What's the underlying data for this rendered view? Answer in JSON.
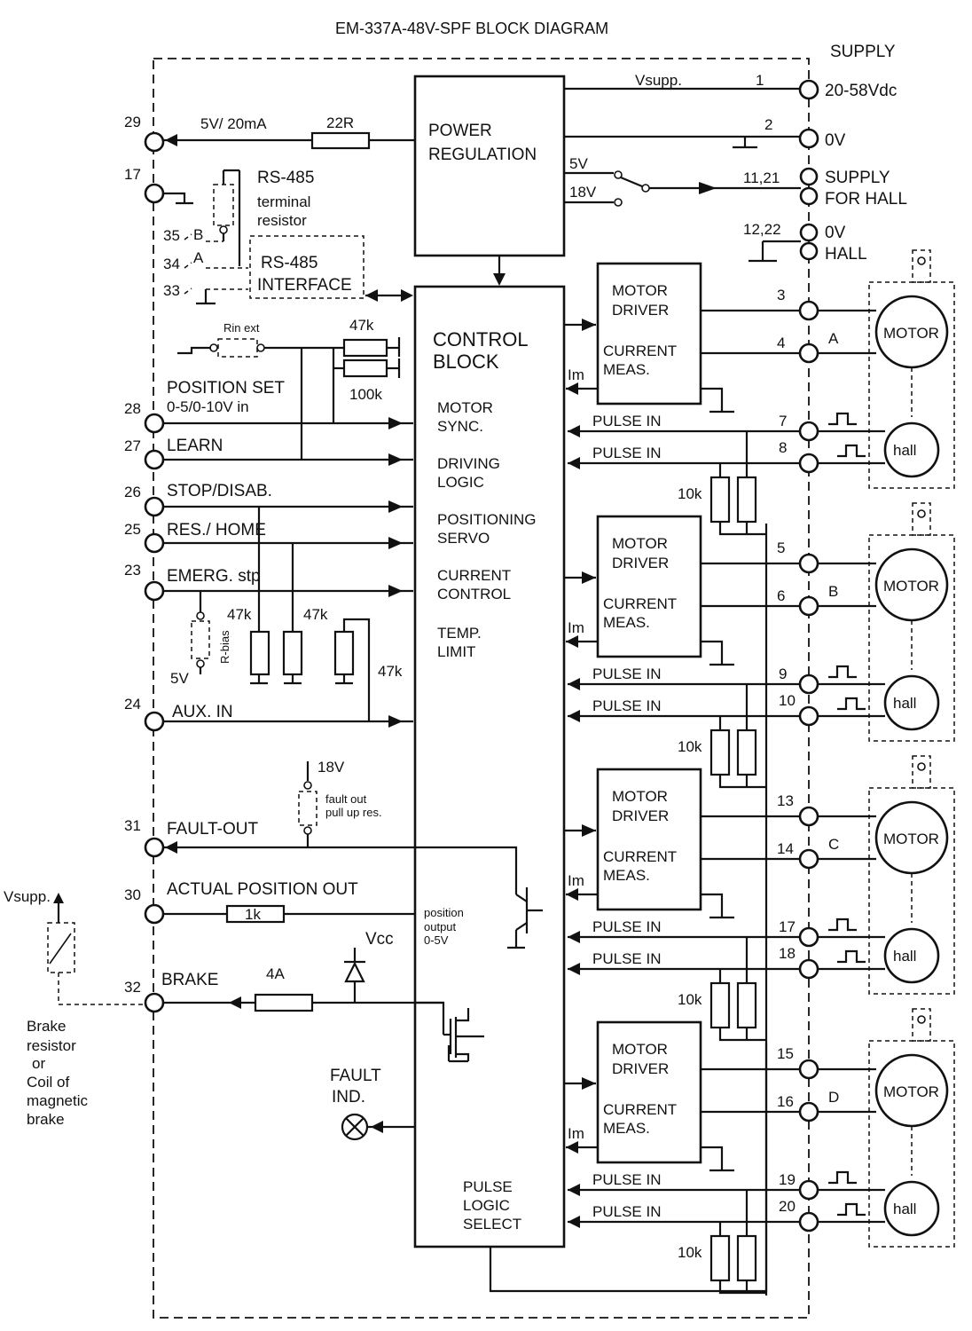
{
  "title": "EM-337A-48V-SPF BLOCK DIAGRAM",
  "supply": {
    "header": "SUPPLY",
    "vsupp": "Vsupp.",
    "pins": [
      {
        "num": "1",
        "label": "20-58Vdc"
      },
      {
        "num": "2",
        "label": "0V"
      },
      {
        "num": "11,21",
        "label": "SUPPLY",
        "label2": "FOR HALL"
      },
      {
        "num": "12,22",
        "label": "0V",
        "label2": "HALL"
      }
    ],
    "switch_5v": "5V",
    "switch_18v": "18V"
  },
  "power_block": {
    "line1": "POWER",
    "line2": "REGULATION"
  },
  "control_block": {
    "title1": "CONTROL",
    "title2": "BLOCK",
    "functions": [
      {
        "l1": "MOTOR",
        "l2": "SYNC."
      },
      {
        "l1": "DRIVING",
        "l2": "LOGIC"
      },
      {
        "l1": "POSITIONING",
        "l2": "SERVO"
      },
      {
        "l1": "CURRENT",
        "l2": "CONTROL"
      },
      {
        "l1": "TEMP.",
        "l2": "LIMIT"
      }
    ],
    "pos_out": [
      "position",
      "output",
      "0-5V"
    ],
    "pulse": [
      "PULSE",
      "LOGIC",
      "SELECT"
    ]
  },
  "left": {
    "pin29": {
      "num": "29",
      "label": "5V/ 20mA",
      "res": "22R"
    },
    "pin17": {
      "num": "17"
    },
    "rs485_term": {
      "l1": "RS-485",
      "l2": "terminal",
      "l3": "resistor"
    },
    "rs485_pins": [
      {
        "num": "35",
        "sig": "B"
      },
      {
        "num": "34",
        "sig": "A"
      },
      {
        "num": "33",
        "sig": ""
      }
    ],
    "rs485_iface": {
      "l1": "RS-485",
      "l2": "INTERFACE"
    },
    "rin_ext": "Rin ext",
    "r47k_top": "47k",
    "r100k": "100k",
    "inputs": [
      {
        "num": "28",
        "label": "POSITION SET",
        "label2": "0-5/0-10V in"
      },
      {
        "num": "27",
        "label": "LEARN"
      },
      {
        "num": "26",
        "label": "STOP/DISAB."
      },
      {
        "num": "25",
        "label": "RES./ HOME"
      },
      {
        "num": "23",
        "label": "EMERG. stp"
      }
    ],
    "r47k_a": "47k",
    "r47k_b": "47k",
    "r47k_c": "47k",
    "rbias": "R-bias",
    "v5": "5V",
    "aux": {
      "num": "24",
      "label": "AUX. IN"
    },
    "v18": "18V",
    "fault_pullup": {
      "l1": "fault out",
      "l2": "pull up res."
    },
    "fault_out": {
      "num": "31",
      "label": "FAULT-OUT"
    },
    "actual_pos": {
      "num": "30",
      "label": "ACTUAL POSITION OUT",
      "res": "1k"
    },
    "brake": {
      "num": "32",
      "label": "BRAKE",
      "fuse": "4A"
    },
    "vcc": "Vcc",
    "fault_ind": {
      "l1": "FAULT",
      "l2": "IND."
    },
    "ext_vsupp": "Vsupp.",
    "brake_note": [
      "Brake",
      "resistor",
      "or",
      "Coil of",
      "magnetic",
      "brake"
    ]
  },
  "channels": [
    {
      "motor_pins": [
        "3",
        "4"
      ],
      "hall_pins": [
        "7",
        "8"
      ],
      "letter": "A"
    },
    {
      "motor_pins": [
        "5",
        "6"
      ],
      "hall_pins": [
        "9",
        "10"
      ],
      "letter": "B"
    },
    {
      "motor_pins": [
        "13",
        "14"
      ],
      "hall_pins": [
        "17",
        "18"
      ],
      "letter": "C"
    },
    {
      "motor_pins": [
        "15",
        "16"
      ],
      "hall_pins": [
        "19",
        "20"
      ],
      "letter": "D"
    }
  ],
  "driver": {
    "l1": "MOTOR",
    "l2": "DRIVER",
    "l3": "CURRENT",
    "l4": "MEAS.",
    "im": "Im"
  },
  "pulse_in": "PULSE IN",
  "r10k": "10k",
  "motor": "MOTOR",
  "hall": "hall"
}
